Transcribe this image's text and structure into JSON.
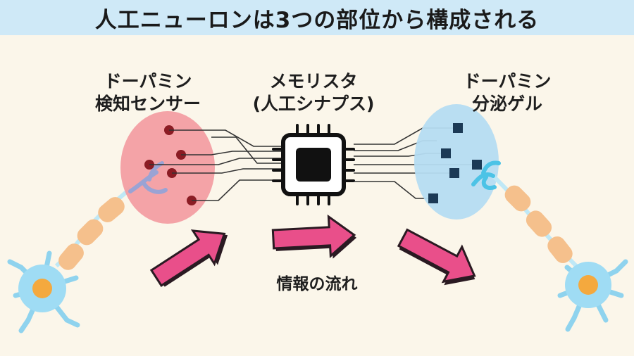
{
  "title": "人工ニューロンは3つの部位から構成される",
  "sensor": {
    "line1": "ドーパミン",
    "line2": "検知センサー"
  },
  "synapse": {
    "line1": "メモリスタ",
    "line2": "(人工シナプス)"
  },
  "gel": {
    "line1": "ドーパミン",
    "line2": "分泌ゲル"
  },
  "flow_label": "情報の流れ",
  "colors": {
    "title_bg": "#cfe9f7",
    "background": "#fbf6ea",
    "sensor_blob": "#f39aa0",
    "gel_blob": "#b5dcf2",
    "arrow": "#e94f8a",
    "chip": "#111111"
  }
}
